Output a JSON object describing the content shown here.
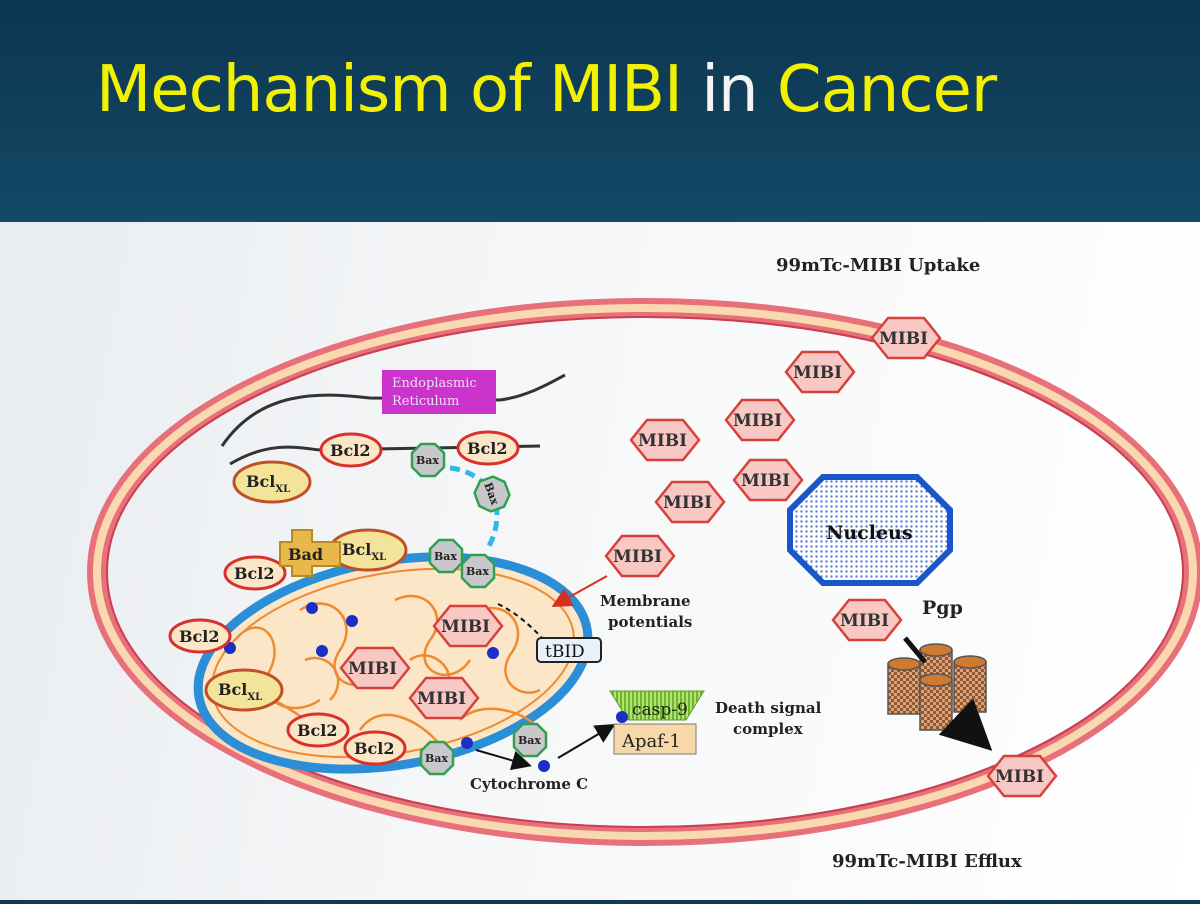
{
  "slide": {
    "title_part1": "Mechanism of MIBI",
    "title_part2": " in ",
    "title_part3": "Cancer"
  },
  "colors": {
    "title_yellow": "#f2f200",
    "header_bg": "#0f3a55",
    "cell_membrane": "#e8707a",
    "mito_blue": "#2a8fd6",
    "nucleus_blue": "#1a56c8",
    "mibi_red": "#d8403a",
    "er_magenta": "#cc33cc"
  },
  "diagram": {
    "uptake_label": "99mTc-MIBI Uptake",
    "efflux_label": "99mTc-MIBI Efflux",
    "er_label_line1": "Endoplasmic",
    "er_label_line2": "Reticulum",
    "nucleus_label": "Nucleus",
    "pgp_label": "Pgp",
    "membrane_label_line1": "Membrane",
    "membrane_label_line2": "potentials",
    "death_label_line1": "Death signal",
    "death_label_line2": "complex",
    "cytochrome_label": "Cytochrome C",
    "tbid_label": "tBID",
    "casp9_label": "casp-9",
    "apaf_label": "Apaf-1",
    "mibi": "MIBI",
    "bcl2": "Bcl2",
    "bclxl_main": "Bcl",
    "bclxl_sub": "XL",
    "bax": "Bax",
    "bad": "Bad"
  }
}
